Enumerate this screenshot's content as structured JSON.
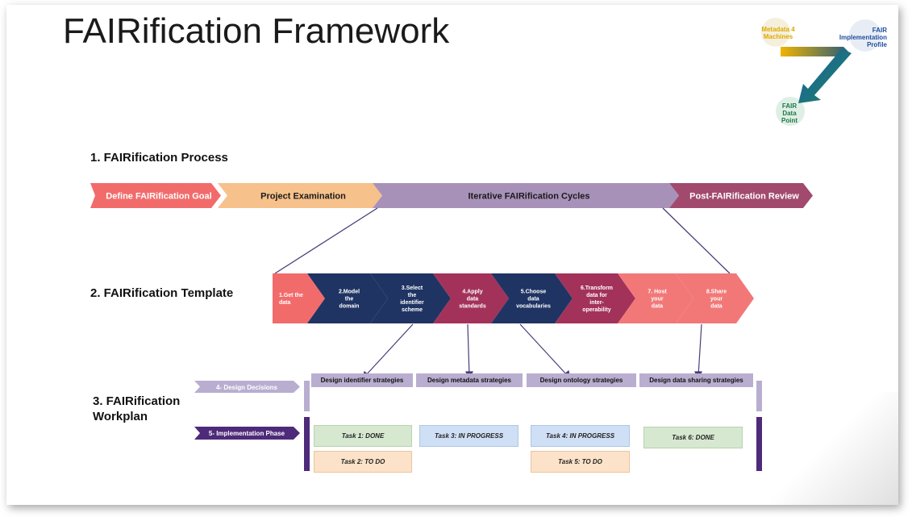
{
  "title": "FAIRification Framework",
  "logo": {
    "metadata": "Metadata 4 Machines",
    "implementation": "FAIR Implementation Profile",
    "datapoint": "FAIR Data Point"
  },
  "sections": {
    "process": "1. FAIRification Process",
    "template": "2. FAIRification Template",
    "workplan": "3. FAIRification Workplan"
  },
  "process_stages": [
    {
      "label": "Define FAIRification Goal",
      "color": "#f26b6b",
      "text_color": "#ffffff"
    },
    {
      "label": "Project Examination",
      "color": "#f6c18b",
      "text_color": "#1a1a1a"
    },
    {
      "label": "Iterative FAIRification Cycles",
      "color": "#a891b9",
      "text_color": "#1a1a1a"
    },
    {
      "label": "Post-FAIRification Review",
      "color": "#a14a6e",
      "text_color": "#ffffff"
    }
  ],
  "template_steps": [
    {
      "lines": [
        "1.Get the",
        "data"
      ],
      "color": "#f26b6b"
    },
    {
      "lines": [
        "2.Model",
        "the",
        "domain"
      ],
      "color": "#1f3463"
    },
    {
      "lines": [
        "3.Select",
        "the",
        "identifier",
        "scheme"
      ],
      "color": "#1f3463"
    },
    {
      "lines": [
        "4.Apply",
        "data",
        "standards"
      ],
      "color": "#a3325a"
    },
    {
      "lines": [
        "5.Choose",
        "data",
        "vocabularies"
      ],
      "color": "#1f3463"
    },
    {
      "lines": [
        "6.Transform",
        "data for",
        "inter-",
        "operability"
      ],
      "color": "#a3325a"
    },
    {
      "lines": [
        "7. Host",
        "your",
        "data"
      ],
      "color": "#f27878"
    },
    {
      "lines": [
        "8.Share",
        "your",
        "data"
      ],
      "color": "#f27878"
    }
  ],
  "workplan": {
    "design_decisions": "4- Design Decisions",
    "implementation_phase": "5- Implementation Phase",
    "strategies": [
      "Design identifier strategies",
      "Design metadata strategies",
      "Design ontology strategies",
      "Design data sharing strategies"
    ],
    "tasks": {
      "task1": "Task 1: DONE",
      "task2": "Task 2: TO DO",
      "task3": "Task 3: IN PROGRESS",
      "task4": "Task 4: IN PROGRESS",
      "task5": "Task 5: TO DO",
      "task6": "Task 6: DONE"
    }
  }
}
